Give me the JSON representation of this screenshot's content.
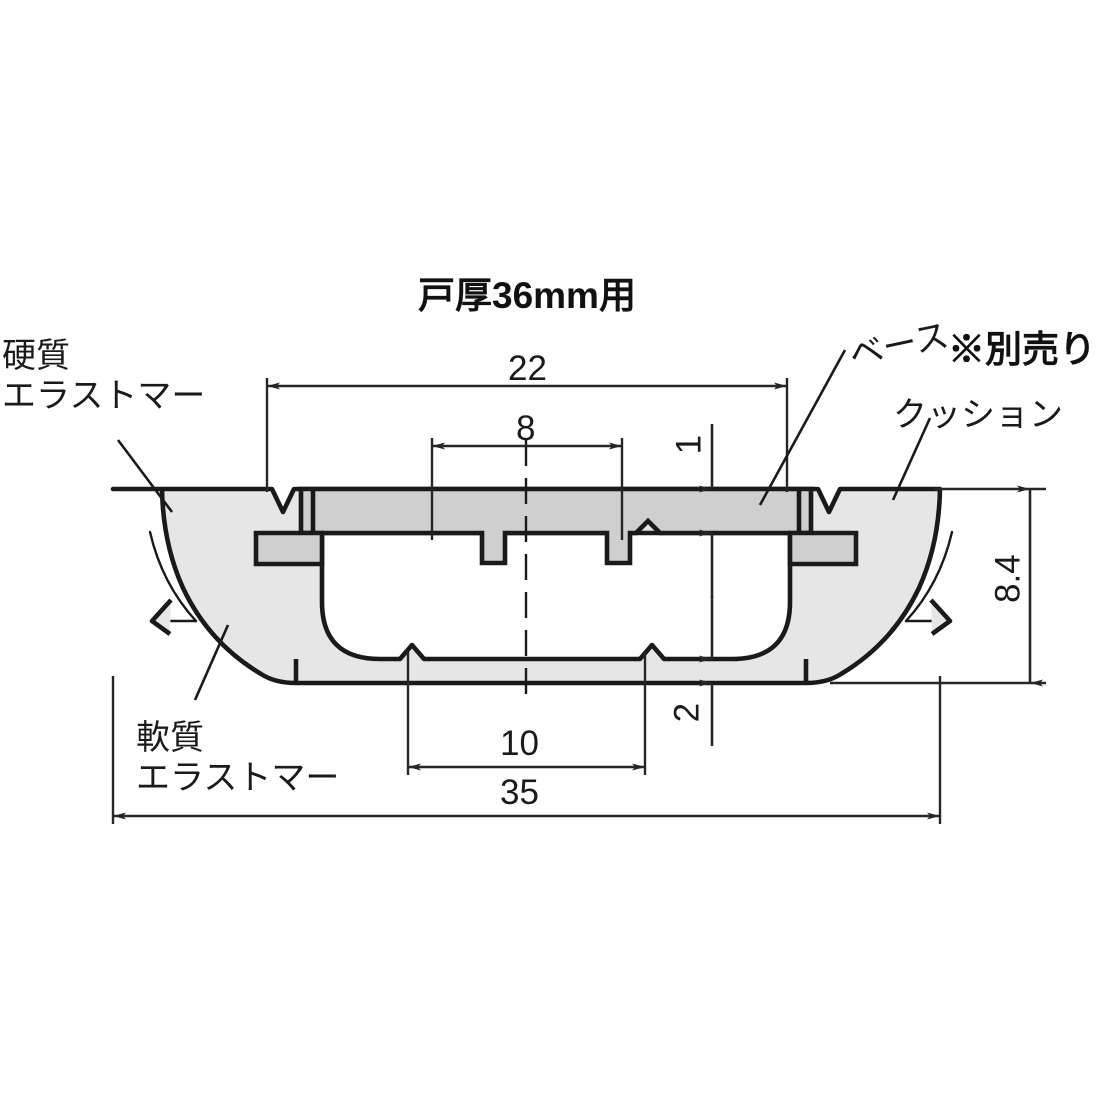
{
  "title": "戸厚36mm用",
  "annotations": {
    "hard_elastomer": "硬質\nエラストマー",
    "soft_elastomer": "軟質\nエラストマー",
    "base": "ベース",
    "cushion": "クッション",
    "sold_separately": "※別売り"
  },
  "dimensions": {
    "overall_width": "35",
    "base_width": "22",
    "tab_spacing": "8",
    "bottom_notch_spacing": "10",
    "base_thickness": "1",
    "bottom_wall_thickness": "2",
    "overall_height": "8.4"
  },
  "units": "mm",
  "colors": {
    "outline": "#1a1a1a",
    "base_fill": "#cfcfcf",
    "elastomer_fill": "#e6e6e6",
    "hard_elastomer_fill": "#d4d4d4",
    "background": "#ffffff",
    "dimension_line": "#262626"
  }
}
